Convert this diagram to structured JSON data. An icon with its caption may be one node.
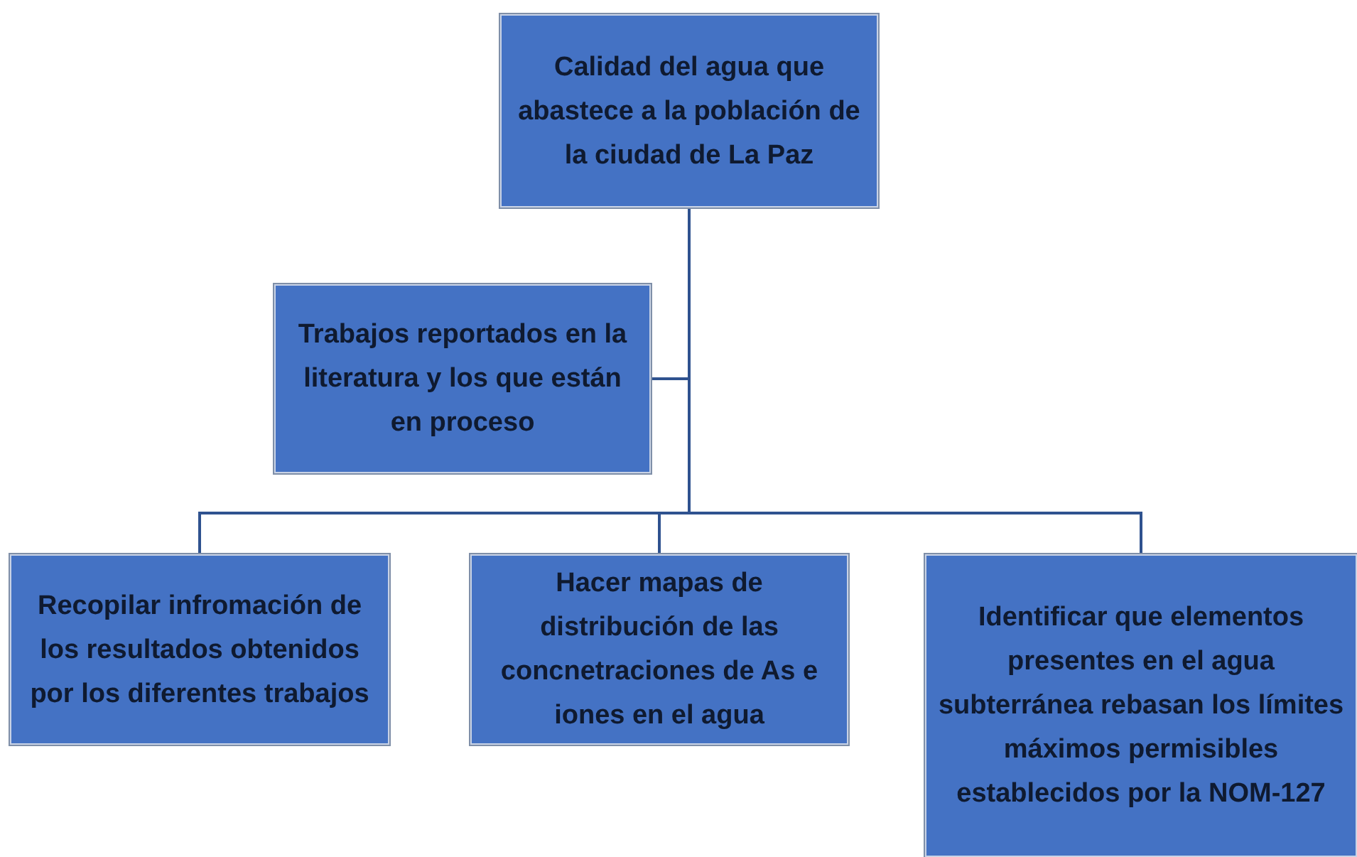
{
  "diagram": {
    "nodes": [
      {
        "text": [
          "Calidad del agua que abastece a la población de la ciudad de La Paz"
        ]
      },
      {
        "text": [
          "Trabajos reportados en la literatura y los que están en proceso"
        ]
      },
      {
        "text": [
          "Recopilar infromación de los resultados obtenidos por los diferentes trabajos"
        ]
      },
      {
        "text": [
          "Hacer mapas de distribución de las concnetraciones de As e iones en el agua"
        ]
      },
      {
        "text": [
          "Identificar que elementos presentes en el agua subterránea rebasan los límites máximos permisibles establecidos por la NOM-127"
        ]
      }
    ],
    "edges": [
      {
        "from": 0,
        "to": 1,
        "arrow": "none"
      },
      {
        "from": 0,
        "to": 2,
        "arrow": "none"
      },
      {
        "from": 0,
        "to": 3,
        "arrow": "none"
      },
      {
        "from": 0,
        "to": 4,
        "arrow": "none"
      }
    ]
  }
}
